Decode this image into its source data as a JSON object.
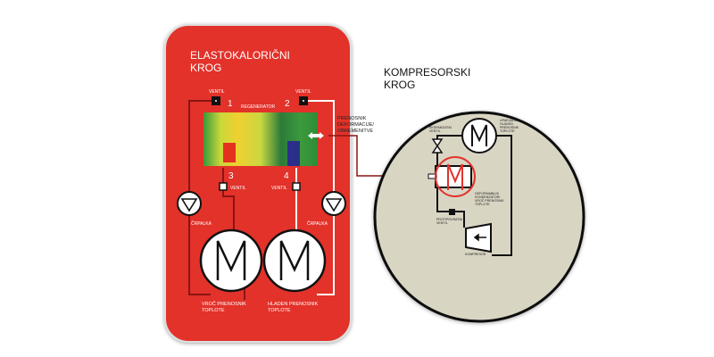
{
  "elasto": {
    "title_line1": "ELASTOKALORIČNI",
    "title_line2": "KROG",
    "regenerator": "REGENERATOR",
    "valve_label": "VENTIL",
    "node_numbers": [
      "1",
      "2",
      "3",
      "4"
    ],
    "pump_label": "ČRPALKA",
    "hot_hx_line1": "VROČ PRENOSNIK",
    "hot_hx_line2": "TOPLOTE",
    "cold_hx_line1": "HLADEN PRENOSNIK",
    "cold_hx_line2": "TOPLOTE",
    "panel_color": "#e2322c"
  },
  "transmitter": {
    "line1": "PRENOSNIK",
    "line2": "DEFORMACIJE/",
    "line3": "OBREMENITVE"
  },
  "compressor_loop": {
    "title_line1": "KOMPRESORSKI",
    "title_line2": "KROG",
    "expansion_valve_line1": "EKSPANZIJSKI",
    "expansion_valve_line2": "VENTIL",
    "evaporator_line1": "UPARJALNIK/",
    "evaporator_line2": "HLADEN",
    "evaporator_line3": "PRENOSNIK",
    "evaporator_line4": "TOPLOTE",
    "condenser_line1": "DEFORMABILNI",
    "condenser_line2": "KONDENZATOR/",
    "condenser_line3": "VROČ PRENOSNIK",
    "condenser_line4": "TOPLOTE",
    "check_valve_line1": "PROTIPOVRATNI",
    "check_valve_line2": "VENTIL",
    "compressor": "KOMPRESOR",
    "background_color": "#d9d5c3"
  }
}
